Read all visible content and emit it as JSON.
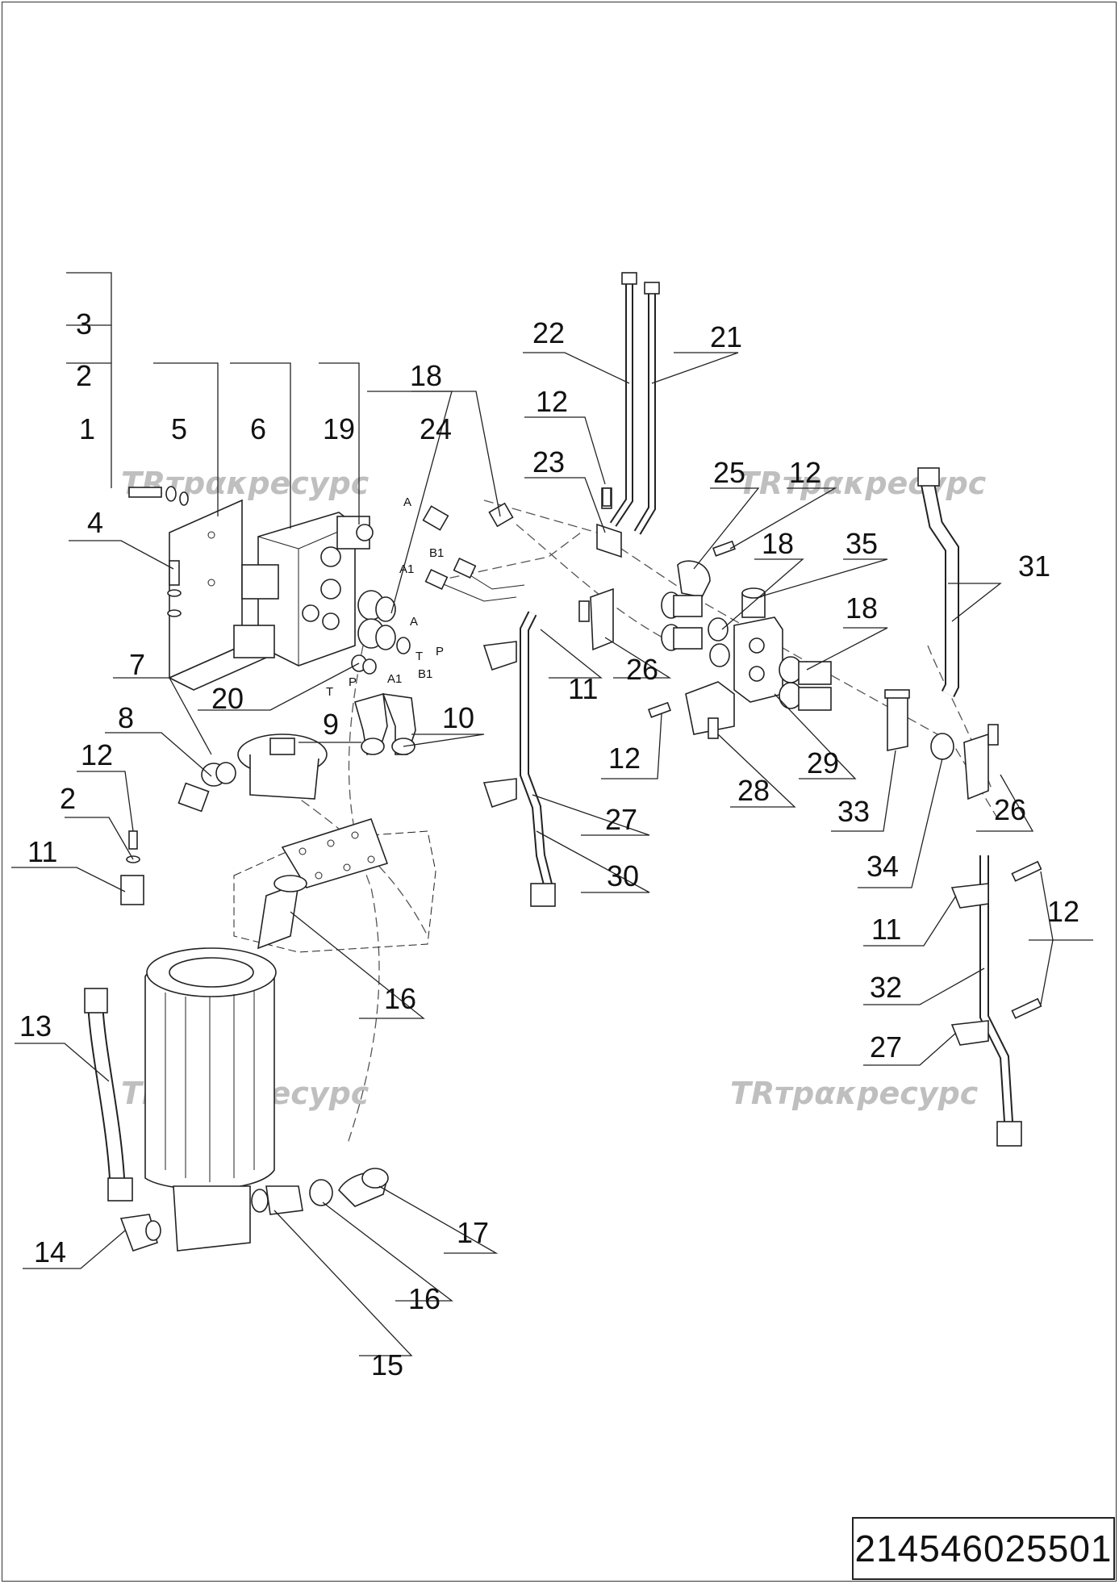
{
  "drawing_number": "214546025501",
  "watermark": "трακресурс",
  "watermark_logo": "TR",
  "callouts": [
    {
      "id": "c3",
      "text": "3"
    },
    {
      "id": "c2a",
      "text": "2"
    },
    {
      "id": "c1",
      "text": "1"
    },
    {
      "id": "c5",
      "text": "5"
    },
    {
      "id": "c6",
      "text": "6"
    },
    {
      "id": "c19",
      "text": "19"
    },
    {
      "id": "c18a",
      "text": "18"
    },
    {
      "id": "c24",
      "text": "24"
    },
    {
      "id": "c4",
      "text": "4"
    },
    {
      "id": "c20",
      "text": "20"
    },
    {
      "id": "c7",
      "text": "7"
    },
    {
      "id": "c8",
      "text": "8"
    },
    {
      "id": "c9",
      "text": "9"
    },
    {
      "id": "c10",
      "text": "10"
    },
    {
      "id": "c12a",
      "text": "12"
    },
    {
      "id": "c2b",
      "text": "2"
    },
    {
      "id": "c11a",
      "text": "11"
    },
    {
      "id": "c16a",
      "text": "16"
    },
    {
      "id": "c13",
      "text": "13"
    },
    {
      "id": "c14",
      "text": "14"
    },
    {
      "id": "c15",
      "text": "15"
    },
    {
      "id": "c16b",
      "text": "16"
    },
    {
      "id": "c17",
      "text": "17"
    },
    {
      "id": "c22",
      "text": "22"
    },
    {
      "id": "c21",
      "text": "21"
    },
    {
      "id": "c12b",
      "text": "12"
    },
    {
      "id": "c23",
      "text": "23"
    },
    {
      "id": "c25",
      "text": "25"
    },
    {
      "id": "c12c",
      "text": "12"
    },
    {
      "id": "c18b",
      "text": "18"
    },
    {
      "id": "c35",
      "text": "35"
    },
    {
      "id": "c31",
      "text": "31"
    },
    {
      "id": "c18c",
      "text": "18"
    },
    {
      "id": "c11b",
      "text": "11"
    },
    {
      "id": "c26a",
      "text": "26"
    },
    {
      "id": "c12d",
      "text": "12"
    },
    {
      "id": "c28",
      "text": "28"
    },
    {
      "id": "c29",
      "text": "29"
    },
    {
      "id": "c33",
      "text": "33"
    },
    {
      "id": "c26b",
      "text": "26"
    },
    {
      "id": "c27a",
      "text": "27"
    },
    {
      "id": "c30",
      "text": "30"
    },
    {
      "id": "c34",
      "text": "34"
    },
    {
      "id": "c11c",
      "text": "11"
    },
    {
      "id": "c12e",
      "text": "12"
    },
    {
      "id": "c32",
      "text": "32"
    },
    {
      "id": "c27b",
      "text": "27"
    }
  ],
  "ports": [
    {
      "id": "pA1",
      "text": "A"
    },
    {
      "id": "pB1",
      "text": "B1"
    },
    {
      "id": "pA1b",
      "text": "A1"
    },
    {
      "id": "pA2",
      "text": "A"
    },
    {
      "id": "pP1",
      "text": "P"
    },
    {
      "id": "pT1",
      "text": "T"
    },
    {
      "id": "pB1b",
      "text": "B1"
    },
    {
      "id": "pA1c",
      "text": "A1"
    },
    {
      "id": "pT2",
      "text": "T"
    },
    {
      "id": "pP2",
      "text": "P"
    }
  ]
}
